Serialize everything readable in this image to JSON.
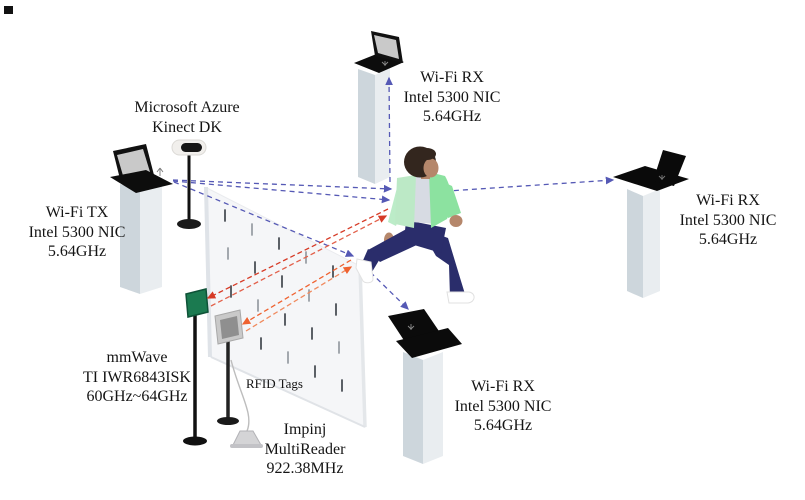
{
  "figure": {
    "description": "Experimental setup diagram: Wi-Fi TX/RX nodes, mmWave radar, RFID tag wall and reader, Kinect camera sensing a walking person"
  },
  "labels": {
    "kinect": {
      "lines": [
        "Microsoft Azure",
        "Kinect DK"
      ]
    },
    "wifi_tx": {
      "lines": [
        "Wi-Fi  TX",
        "Intel 5300 NIC",
        "5.64GHz"
      ]
    },
    "wifi_rx_top": {
      "lines": [
        "Wi-Fi RX",
        "Intel 5300 NIC",
        "5.64GHz"
      ]
    },
    "wifi_rx_right": {
      "lines": [
        "Wi-Fi RX",
        "Intel 5300 NIC",
        "5.64GHz"
      ]
    },
    "wifi_rx_bottom": {
      "lines": [
        "Wi-Fi RX",
        "Intel 5300 NIC",
        "5.64GHz"
      ]
    },
    "mmwave": {
      "lines": [
        "mmWave",
        "TI IWR6843ISK",
        "60GHz~64GHz"
      ]
    },
    "rfid_tags": {
      "text": "RFID Tags"
    },
    "impinj": {
      "lines": [
        "Impinj",
        "MultiReader",
        "922.38MHz"
      ]
    }
  },
  "colors": {
    "wifi_signal": "#5559b5",
    "mmwave_signal": "#d63a26",
    "rfid_signal": "#ef6230",
    "mmwave_panel": "#1b7a50",
    "pillar_left_face": "#cdd6dc",
    "pillar_right_face": "#e9edf0",
    "jacket": "#8ce2a0",
    "pants": "#2a2d6b",
    "skin": "#b5876b"
  }
}
